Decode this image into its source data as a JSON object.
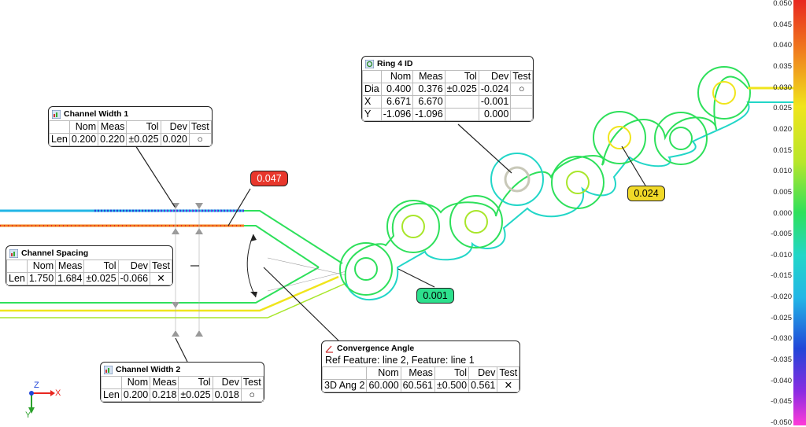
{
  "colors": {
    "scale_top": "#e8261f",
    "scale_orange": "#f07d1e",
    "scale_yellow": "#f0e51c",
    "scale_green": "#2ee05b",
    "scale_cyan": "#22d6d3",
    "scale_blue": "#2146d8",
    "scale_purple": "#8a2be2",
    "scale_bottom": "#ff3bd8"
  },
  "color_scale": {
    "ticks": [
      "0.050",
      "0.045",
      "0.040",
      "0.035",
      "0.030",
      "0.025",
      "0.020",
      "0.015",
      "0.010",
      "0.005",
      "0.000",
      "-0.005",
      "-0.010",
      "-0.015",
      "-0.020",
      "-0.025",
      "-0.030",
      "-0.035",
      "-0.040",
      "-0.045",
      "-0.050"
    ]
  },
  "flags": {
    "red": {
      "value": "0.047",
      "color": "#e8372c"
    },
    "green": {
      "value": "0.001",
      "color": "#2de08d"
    },
    "yellow": {
      "value": "0.024",
      "color": "#f1d928"
    }
  },
  "axes": {
    "x": "X",
    "y": "Y",
    "z": "Z"
  },
  "callouts": {
    "channel_width_1": {
      "title": "Channel Width 1",
      "headers": [
        "",
        "Nom",
        "Meas",
        "Tol",
        "Dev",
        "Test"
      ],
      "rows": [
        [
          "Len",
          "0.200",
          "0.220",
          "±0.025",
          "0.020",
          "○"
        ]
      ]
    },
    "channel_spacing": {
      "title": "Channel Spacing",
      "headers": [
        "",
        "Nom",
        "Meas",
        "Tol",
        "Dev",
        "Test"
      ],
      "rows": [
        [
          "Len",
          "1.750",
          "1.684",
          "±0.025",
          "-0.066",
          "✕"
        ]
      ]
    },
    "channel_width_2": {
      "title": "Channel Width 2",
      "headers": [
        "",
        "Nom",
        "Meas",
        "Tol",
        "Dev",
        "Test"
      ],
      "rows": [
        [
          "Len",
          "0.200",
          "0.218",
          "±0.025",
          "0.018",
          "○"
        ]
      ]
    },
    "ring_4_id": {
      "title": "Ring 4 ID",
      "headers": [
        "",
        "Nom",
        "Meas",
        "Tol",
        "Dev",
        "Test"
      ],
      "rows": [
        [
          "Dia",
          "0.400",
          "0.376",
          "±0.025",
          "-0.024",
          "○"
        ],
        [
          "X",
          "6.671",
          "6.670",
          "",
          "-0.001",
          ""
        ],
        [
          "Y",
          "-1.096",
          "-1.096",
          "",
          "0.000",
          ""
        ]
      ]
    },
    "convergence_angle": {
      "title": "Convergence Angle",
      "subtitle": "Ref Feature: line 2,  Feature: line 1",
      "headers": [
        "",
        "Nom",
        "Meas",
        "Tol",
        "Dev",
        "Test"
      ],
      "rows": [
        [
          "3D Ang 2",
          "60.000",
          "60.561",
          "±0.500",
          "0.561",
          "✕"
        ]
      ]
    }
  }
}
